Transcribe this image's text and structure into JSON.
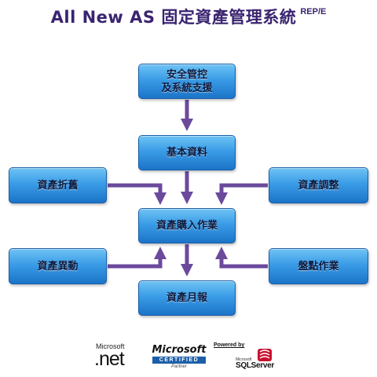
{
  "title": {
    "main": "All New AS 固定資產管理系統",
    "superscript": "REP/E"
  },
  "boxes": {
    "safety": {
      "line1": "安全管控",
      "line2": "及系統支援"
    },
    "basic": "基本資料",
    "left1": "資產折舊",
    "right1": "資產調整",
    "purchase": "資產購入作業",
    "left2": "資產異動",
    "right2": "盤點作業",
    "monthly": "資產月報"
  },
  "logos": {
    "net": {
      "small": "Microsoft",
      "big": ".net"
    },
    "certified": {
      "ms": "Microsoft",
      "cert": "CERTIFIED",
      "partner": "Partner"
    },
    "sql": {
      "powered": "Powered by",
      "ms": "Microsoft",
      "product": "SQLServer"
    }
  },
  "colors": {
    "title": "#3a2470",
    "box_top": "#6ec3f4",
    "box_bottom": "#1b74c8",
    "arrow": "#6b4a9c"
  }
}
